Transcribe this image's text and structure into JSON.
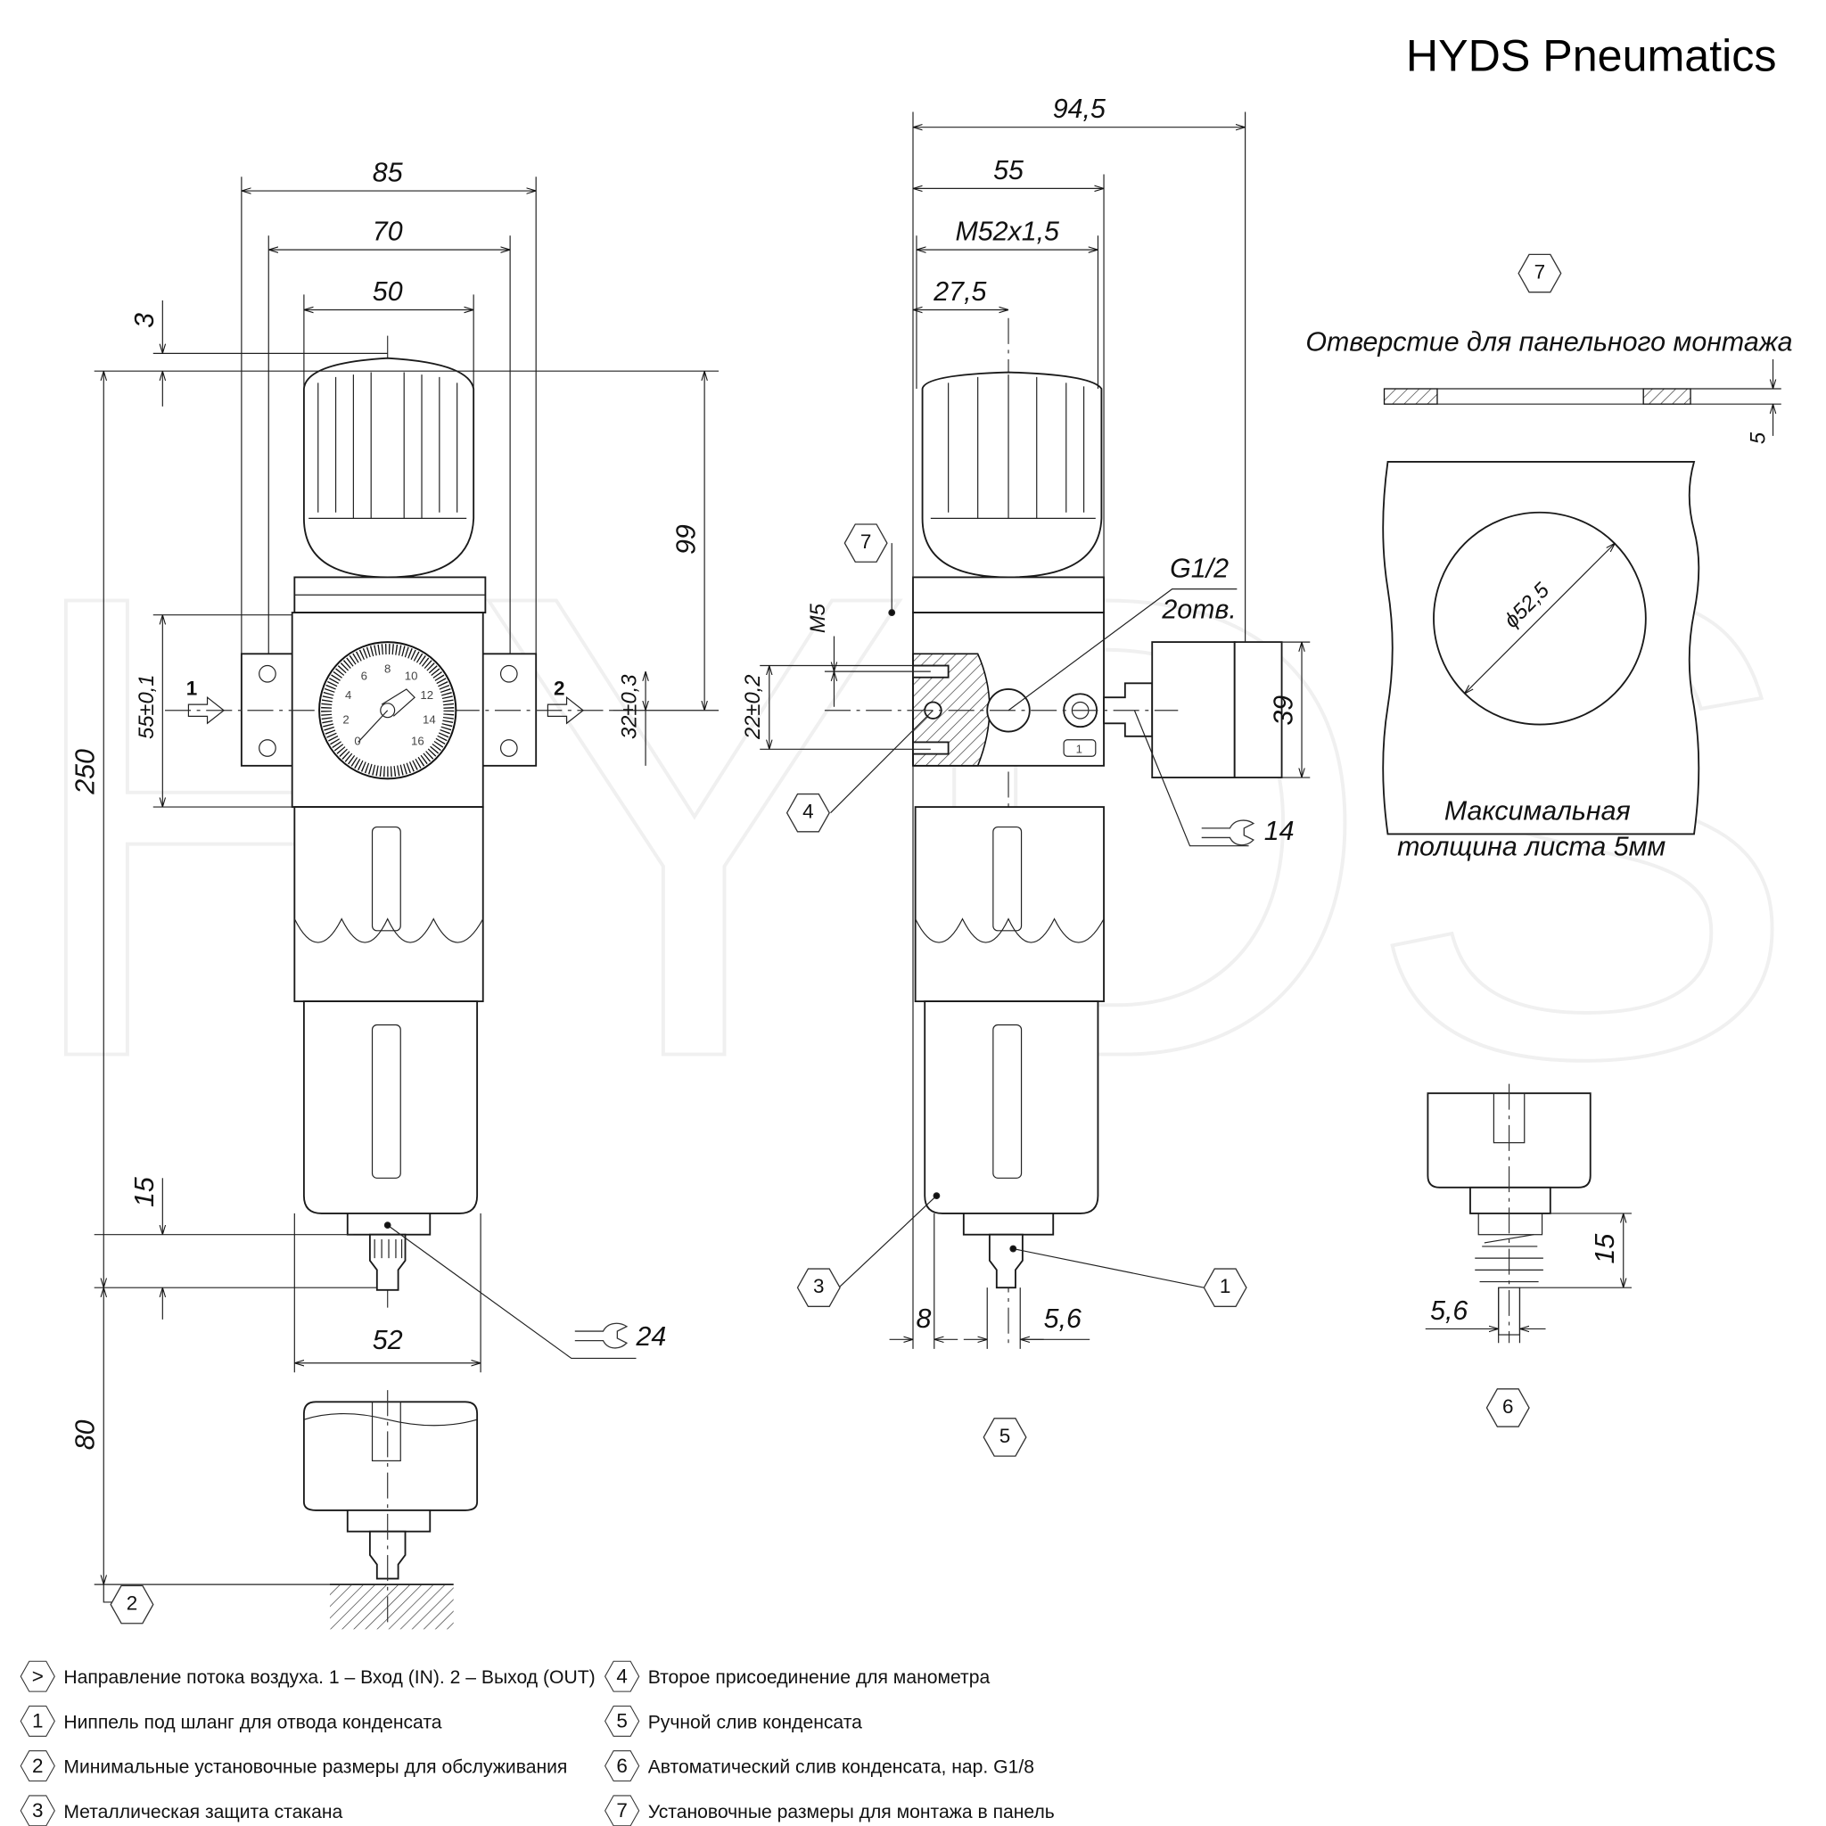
{
  "header": {
    "title": "HYDS Pneumatics",
    "watermark": "HYDS"
  },
  "front_view": {
    "dims": {
      "d85": "85",
      "d70": "70",
      "d50": "50",
      "d3": "3",
      "d99": "99",
      "d250": "250",
      "d55": "55±0,1",
      "d32": "32±0,3",
      "d15": "15",
      "d52": "52",
      "d80": "80"
    },
    "flow_in": "1",
    "flow_out": "2",
    "gauge_numbers": [
      "0",
      "2",
      "4",
      "6",
      "8",
      "10",
      "12",
      "14",
      "16"
    ],
    "wrench_size": "24",
    "callout_service": "2"
  },
  "side_view": {
    "dims": {
      "d94_5": "94,5",
      "d55": "55",
      "thread": "M52x1,5",
      "d27_5": "27,5",
      "m5": "M5",
      "d22": "22±0,2",
      "d39": "39",
      "d8": "8",
      "d5_6": "5,6"
    },
    "port_label": "G1/2",
    "port_count": "2отв.",
    "body_mark": "1",
    "wrench_size": "14",
    "callouts": {
      "panel": "7",
      "gauge2": "4",
      "guard": "3",
      "nipple": "1",
      "manual": "5"
    }
  },
  "panel_detail": {
    "callout": "7",
    "title": "Отверстие для панельного монтажа",
    "thickness": "5",
    "hole_diameter": "ϕ52,5",
    "note_line1": "Максимальная",
    "note_line2": "толщина листа 5мм"
  },
  "auto_drain_detail": {
    "callout": "6",
    "d15": "15",
    "d5_6": "5,6"
  },
  "legend": [
    {
      "symbol": ">",
      "text": "Направление потока воздуха. 1 – Вход (IN). 2 – Выход (OUT)"
    },
    {
      "symbol": "1",
      "text": "Ниппель под шланг для отвода конденсата"
    },
    {
      "symbol": "2",
      "text": "Минимальные установочные размеры для обслуживания"
    },
    {
      "symbol": "3",
      "text": "Металлическая защита стакана"
    },
    {
      "symbol": "4",
      "text": "Второе присоединение для манометра"
    },
    {
      "symbol": "5",
      "text": "Ручной слив конденсата"
    },
    {
      "symbol": "6",
      "text": "Автоматический слив конденсата, нар. G1/8"
    },
    {
      "symbol": "7",
      "text": "Установочные размеры для монтажа в панель"
    }
  ]
}
